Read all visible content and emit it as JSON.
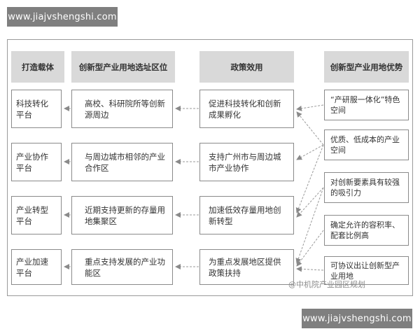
{
  "watermark": {
    "top": "www.jiajvshengshi.com",
    "bottom": "www.jiajvshengshi.com"
  },
  "headers": [
    "打造载体",
    "创新型产业用地选址区位",
    "政策效用",
    "创新型产业用地优势"
  ],
  "platforms": [
    "科技转化平台",
    "产业协作平台",
    "产业转型平台",
    "产业加速平台"
  ],
  "locations": [
    "高校、科研院所等创新源周边",
    "与周边城市相邻的产业合作区",
    "近期支持更新的存量用地集聚区",
    "重点支持发展的产业功能区"
  ],
  "policies": [
    "促进科技转化和创新成果孵化",
    "支持广州市与周边城市产业协作",
    "加速低效存量用地创新转型",
    "为重点发展地区提供政策扶持"
  ],
  "advantages": [
    "“产研服一体化”特色空间",
    "优质、低成本的产业空间",
    "对创新要素具有较强的吸引力",
    "确定允许的容积率、配套比例高",
    "可协议出让创新型产业用地"
  ],
  "source_watermark": "@中机院产业园区规划"
}
